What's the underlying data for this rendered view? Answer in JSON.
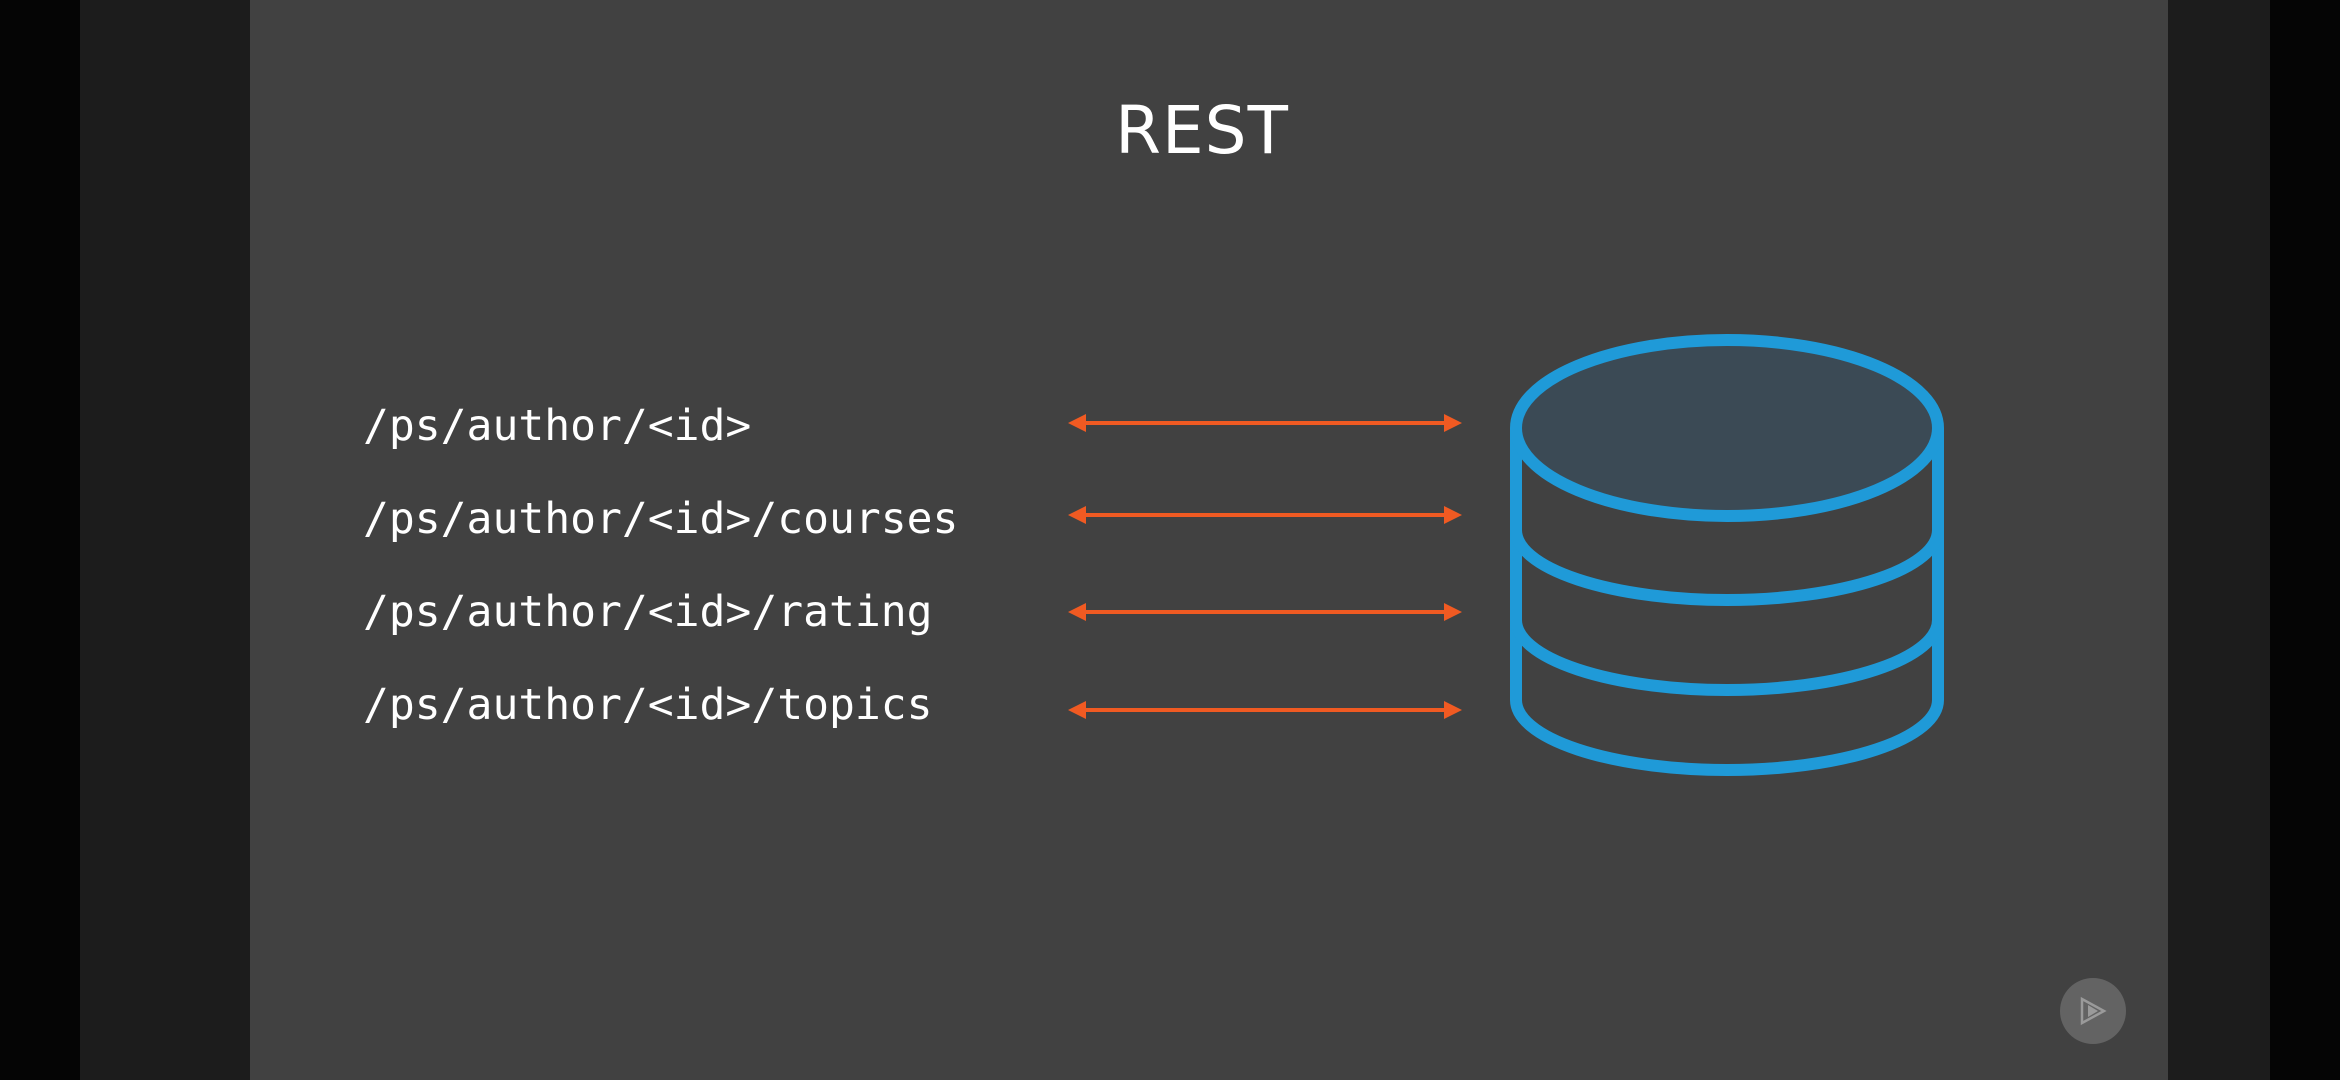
{
  "slide": {
    "title": "REST",
    "endpoints": [
      "/ps/author/<id>",
      "/ps/author/<id>/courses",
      "/ps/author/<id>/rating",
      "/ps/author/<id>/topics"
    ]
  },
  "colors": {
    "background": "#414141",
    "arrow": "#f05a22",
    "database_stroke": "#1f9ad8",
    "database_fill": "#3b4a55",
    "text": "#ffffff"
  },
  "icons": {
    "database": "database-icon",
    "arrow": "double-arrow-icon",
    "logo": "play-logo-icon"
  }
}
